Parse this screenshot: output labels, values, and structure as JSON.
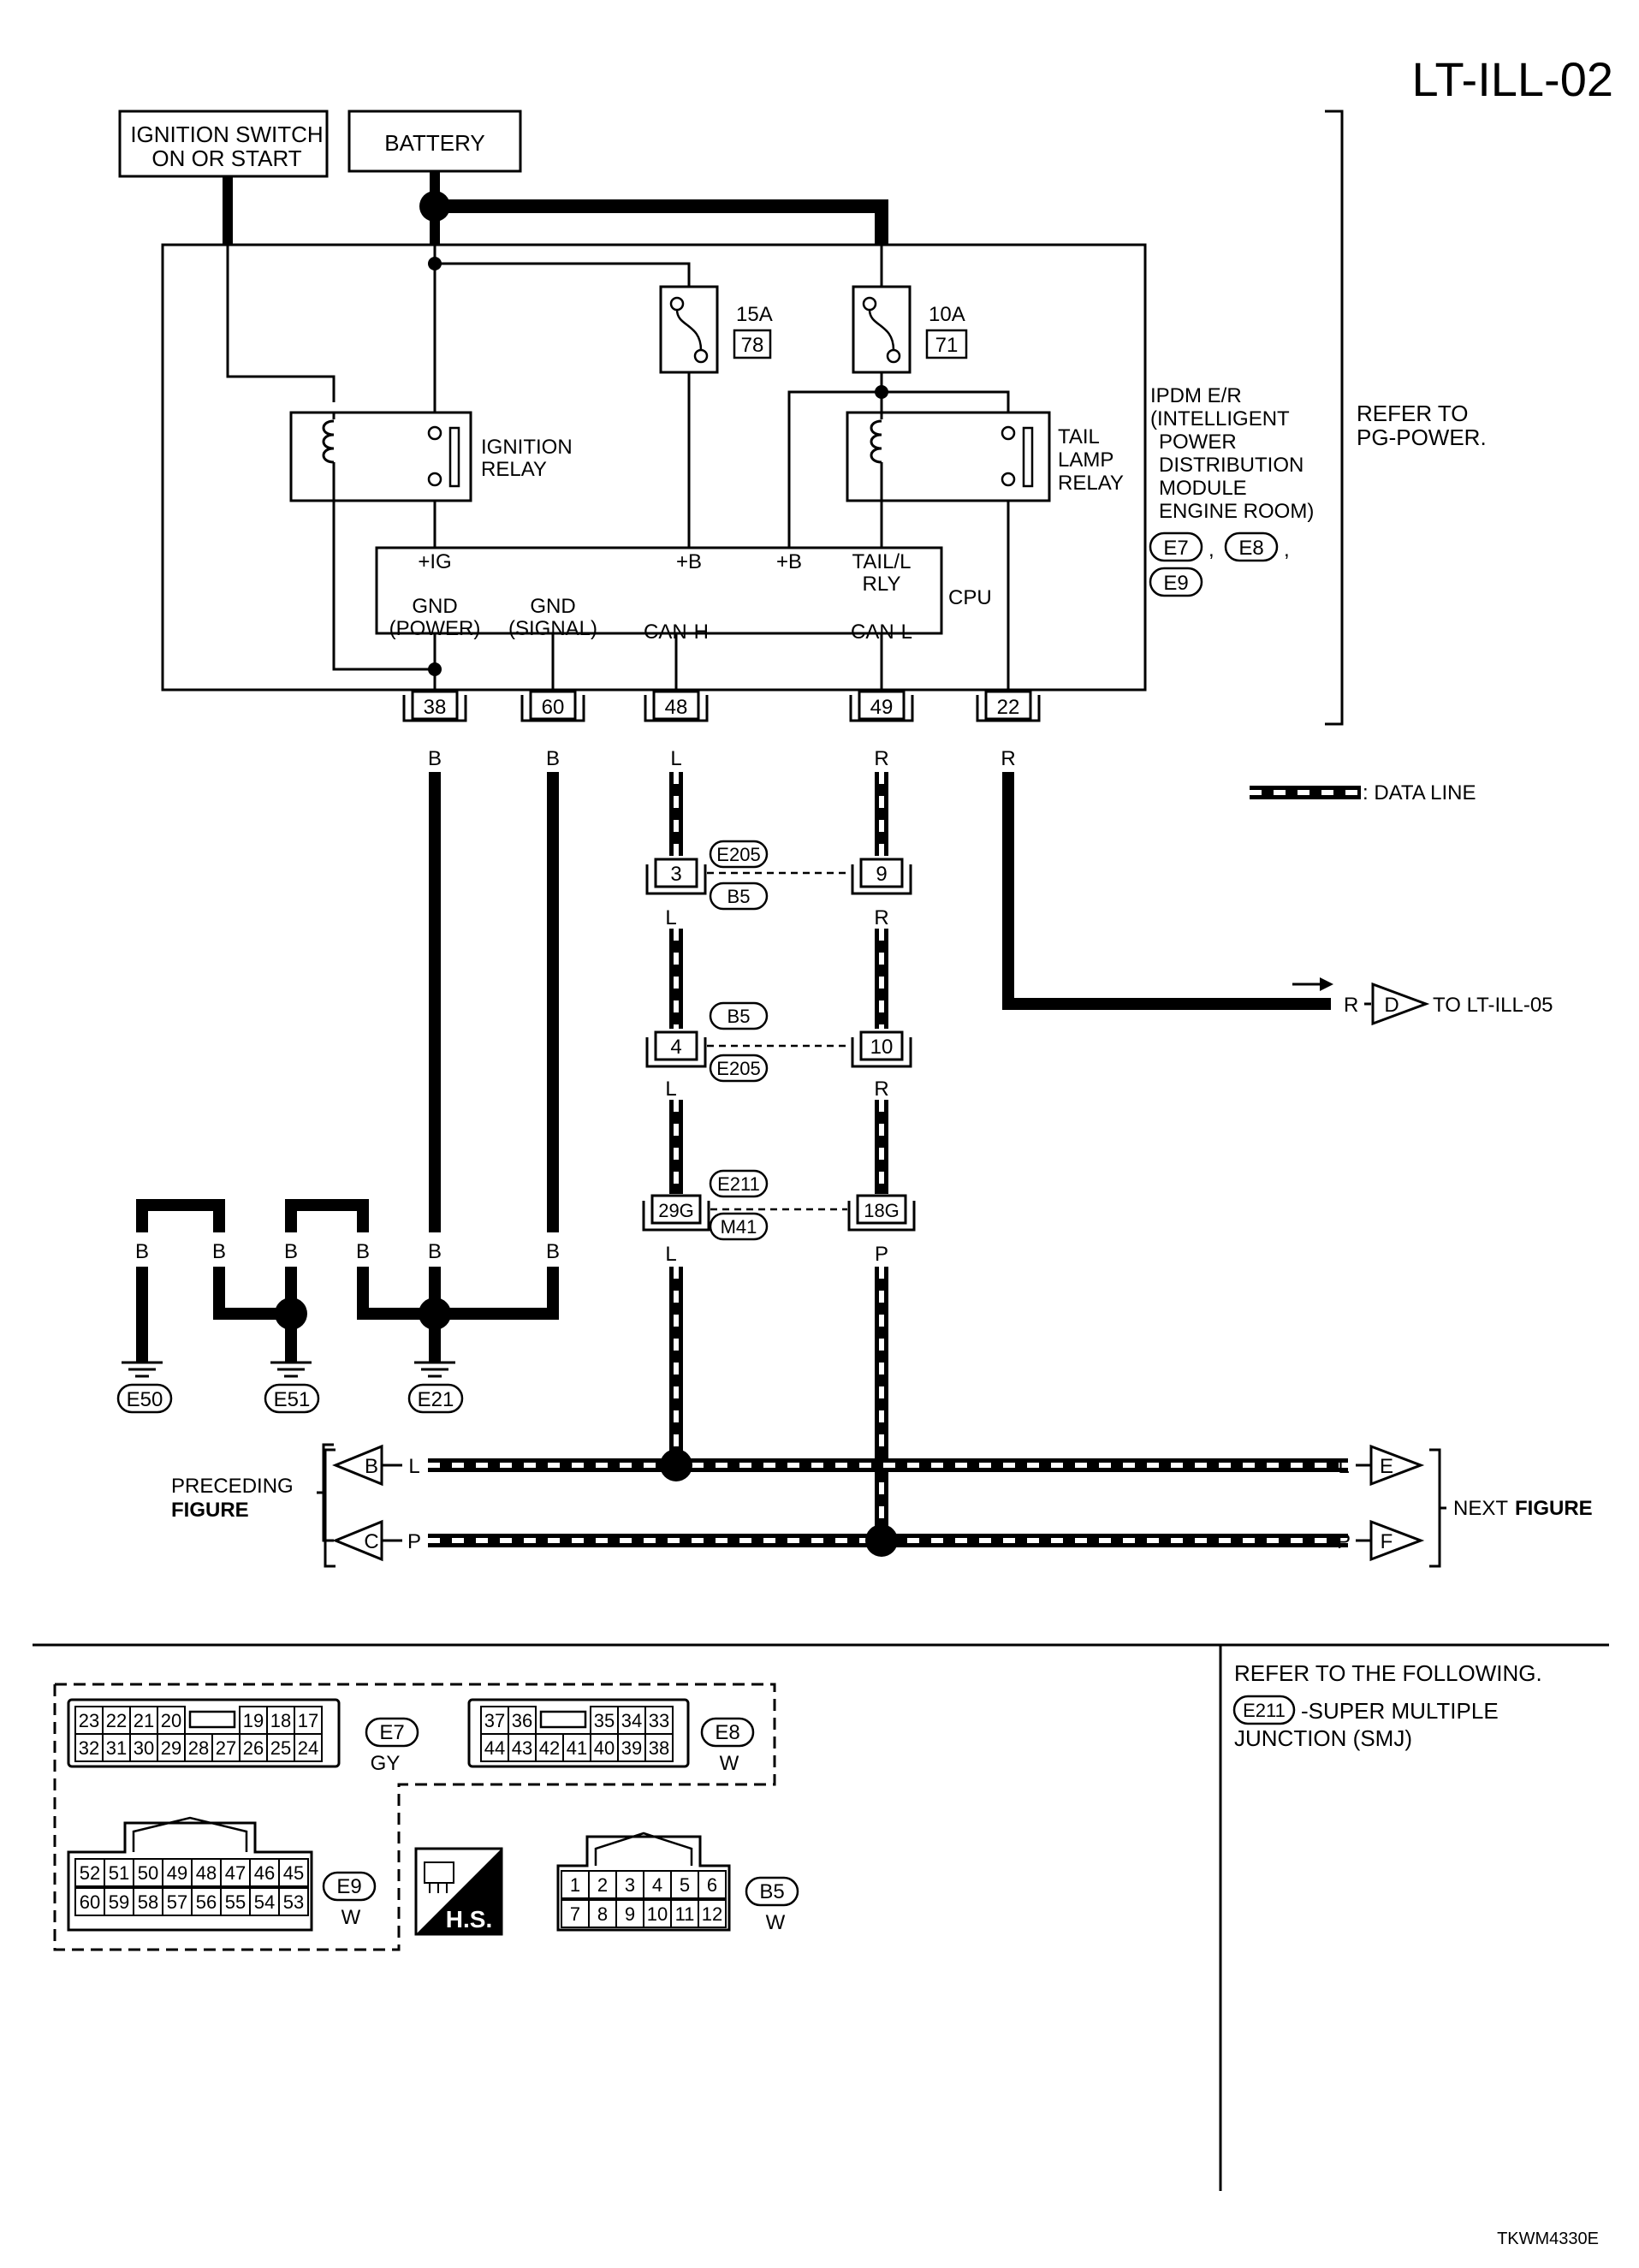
{
  "page": {
    "title": "LT-ILL-02",
    "code": "TKWM4330E"
  },
  "sources": {
    "ignition_line1": "IGNITION SWITCH",
    "ignition_line2": "ON OR START",
    "battery": "BATTERY"
  },
  "fuses": [
    {
      "rating": "15A",
      "number": "78"
    },
    {
      "rating": "10A",
      "number": "71"
    }
  ],
  "relays": {
    "ignition": [
      "IGNITION",
      "RELAY"
    ],
    "tail": [
      "TAIL",
      "LAMP",
      "RELAY"
    ]
  },
  "ipdm": {
    "lines": [
      "IPDM E/R",
      "(INTELLIGENT",
      "POWER",
      "DISTRIBUTION",
      "MODULE",
      "ENGINE ROOM)"
    ],
    "connectors": [
      "E7",
      "E8",
      "E9"
    ],
    "sep": ","
  },
  "refer_power": [
    "REFER TO",
    "PG-POWER."
  ],
  "cpu": {
    "label": "CPU",
    "ig": "+IG",
    "b1": "+B",
    "b2": "+B",
    "tail1": "TAIL/L",
    "tail2": "RLY",
    "gnd_power1": "GND",
    "gnd_power2": "(POWER)",
    "gnd_signal1": "GND",
    "gnd_signal2": "(SIGNAL)",
    "canh": "CAN-H",
    "canl": "CAN-L"
  },
  "terminals": [
    "38",
    "60",
    "48",
    "49",
    "22"
  ],
  "wire_colors": {
    "t38": "B",
    "t60": "B",
    "t48": "L",
    "t49": "R",
    "t22": "R"
  },
  "legend": {
    "data_line": ": DATA LINE"
  },
  "junctions": [
    {
      "left": "3",
      "right": "9",
      "top": "E205",
      "bottom": "B5",
      "below_left": "L",
      "below_right": "R"
    },
    {
      "left": "4",
      "right": "10",
      "top": "B5",
      "bottom": "E205",
      "below_left": "L",
      "below_right": "R"
    },
    {
      "left": "29G",
      "right": "18G",
      "top": "E211",
      "bottom": "M41",
      "below_left": "L",
      "below_right": "P"
    }
  ],
  "to_ill05": {
    "color": "R",
    "letter": "D",
    "text": "TO LT-ILL-05"
  },
  "grounds": {
    "colors": [
      "B",
      "B",
      "B",
      "B",
      "B",
      "B"
    ],
    "names": [
      "E50",
      "E51",
      "E21"
    ]
  },
  "bus": {
    "preceding1": "PRECEDING",
    "preceding2": "FIGURE",
    "next1": "NEXT",
    "next2": "FIGURE",
    "b": "B",
    "c": "C",
    "e": "E",
    "f": "F",
    "l": "L",
    "p": "P"
  },
  "connectors": {
    "e7": {
      "top": [
        "23",
        "22",
        "21",
        "20",
        "19",
        "18",
        "17"
      ],
      "bottom": [
        "32",
        "31",
        "30",
        "29",
        "28",
        "27",
        "26",
        "25",
        "24"
      ],
      "name": "E7",
      "color": "GY"
    },
    "e8": {
      "top": [
        "37",
        "36",
        "35",
        "34",
        "33"
      ],
      "bottom": [
        "44",
        "43",
        "42",
        "41",
        "40",
        "39",
        "38"
      ],
      "name": "E8",
      "color": "W"
    },
    "e9": {
      "top": [
        "52",
        "51",
        "50",
        "49",
        "48",
        "47",
        "46",
        "45"
      ],
      "bottom": [
        "60",
        "59",
        "58",
        "57",
        "56",
        "55",
        "54",
        "53"
      ],
      "name": "E9",
      "color": "W"
    },
    "b5": {
      "top": [
        "1",
        "2",
        "3",
        "4",
        "5",
        "6"
      ],
      "bottom": [
        "7",
        "8",
        "9",
        "10",
        "11",
        "12"
      ],
      "name": "B5",
      "color": "W"
    }
  },
  "hs": "H.S.",
  "refer_following": {
    "line1": "REFER TO THE FOLLOWING.",
    "tag": "E211",
    "desc1": "-SUPER MULTIPLE",
    "desc2": "JUNCTION (SMJ)"
  }
}
